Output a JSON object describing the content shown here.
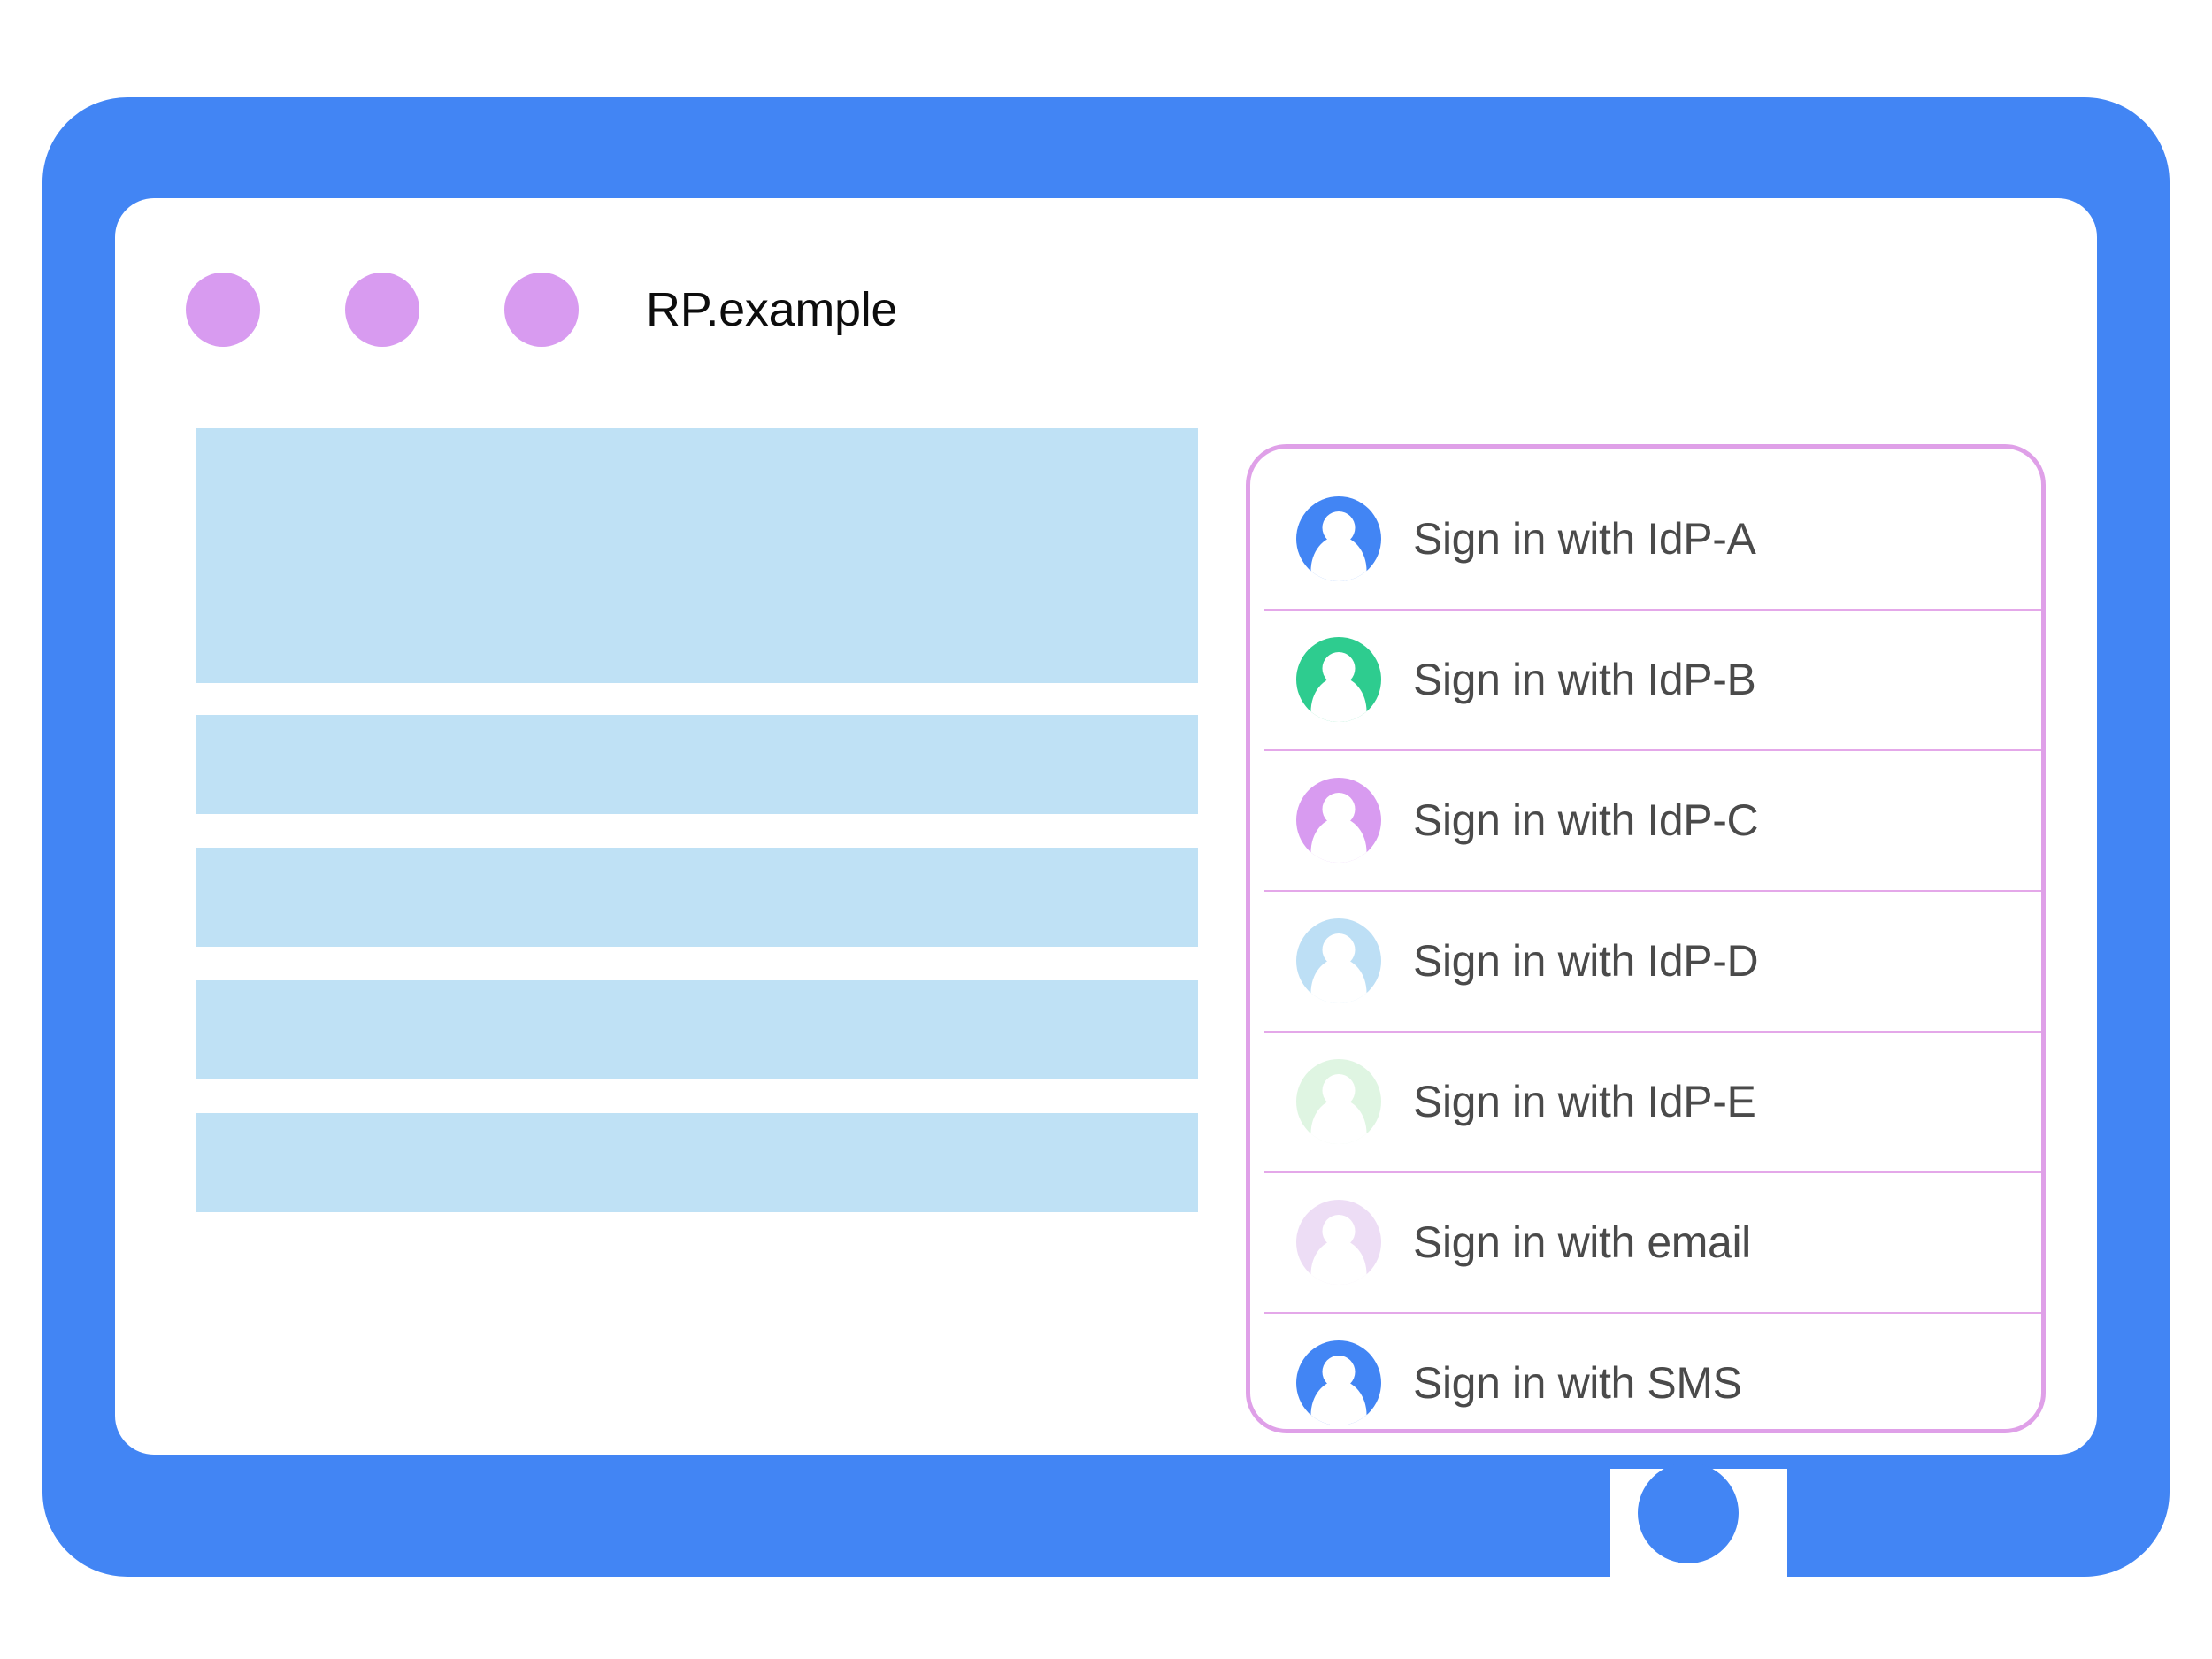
{
  "window": {
    "title": "RP.example",
    "controls": [
      {
        "name": "window-dot-1",
        "color": "#D89BF0"
      },
      {
        "name": "window-dot-2",
        "color": "#D89BF0"
      },
      {
        "name": "window-dot-3",
        "color": "#D89BF0"
      }
    ]
  },
  "device": {
    "bezel_color": "#4285F4",
    "home_button": "home-button"
  },
  "content_skeleton": {
    "color": "#BFE1F5",
    "blocks": [
      "hero",
      "bar",
      "bar",
      "bar",
      "bar"
    ]
  },
  "chooser": {
    "border_color": "#DFA0E8",
    "divider_color": "#D986E0",
    "label_color": "#4A4A4A",
    "accounts": [
      {
        "label": "Sign in with IdP-A",
        "avatar_color": "#4285F4",
        "icon": "person-avatar-icon"
      },
      {
        "label": "Sign in with IdP-B",
        "avatar_color": "#2ECC8F",
        "icon": "person-avatar-icon"
      },
      {
        "label": "Sign in with IdP-C",
        "avatar_color": "#D89BF0",
        "icon": "person-avatar-icon"
      },
      {
        "label": "Sign in with IdP-D",
        "avatar_color": "#BDDFF5",
        "icon": "person-avatar-icon"
      },
      {
        "label": "Sign in with IdP-E",
        "avatar_color": "#DFF5E2",
        "icon": "person-avatar-icon"
      },
      {
        "label": "Sign in with email",
        "avatar_color": "#EDDDF5",
        "icon": "person-avatar-icon"
      },
      {
        "label": "Sign in with SMS",
        "avatar_color": "#4285F4",
        "icon": "person-avatar-icon"
      }
    ]
  }
}
